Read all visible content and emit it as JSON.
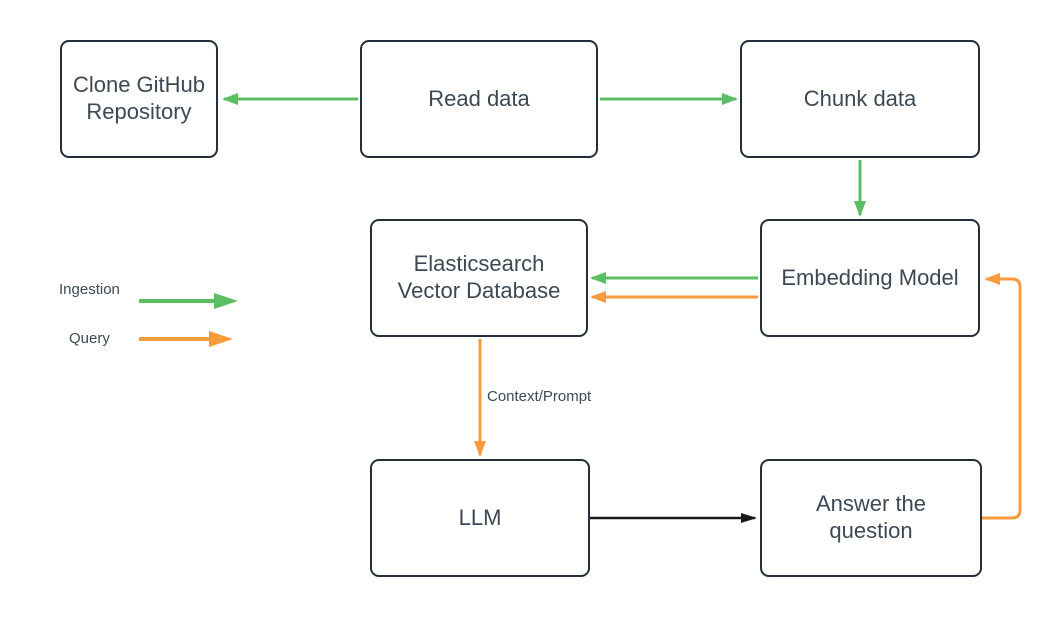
{
  "diagram": {
    "nodes": {
      "clone": {
        "label": "Clone GitHub\nRepository"
      },
      "read": {
        "label": "Read data"
      },
      "chunk": {
        "label": "Chunk data"
      },
      "elastic": {
        "label": "Elasticsearch\nVector Database"
      },
      "embed": {
        "label": "Embedding Model"
      },
      "llm": {
        "label": "LLM"
      },
      "answer": {
        "label": "Answer the\nquestion"
      }
    },
    "edges": {
      "read_to_clone": {
        "from": "Read data",
        "to": "Clone GitHub Repository",
        "type": "ingestion"
      },
      "read_to_chunk": {
        "from": "Read data",
        "to": "Chunk data",
        "type": "ingestion"
      },
      "chunk_to_embed": {
        "from": "Chunk data",
        "to": "Embedding Model",
        "type": "ingestion"
      },
      "embed_to_elastic_ingest": {
        "from": "Embedding Model",
        "to": "Elasticsearch Vector Database",
        "type": "ingestion"
      },
      "embed_to_elastic_query": {
        "from": "Embedding Model",
        "to": "Elasticsearch Vector Database",
        "type": "query"
      },
      "elastic_to_llm": {
        "from": "Elasticsearch Vector Database",
        "to": "LLM",
        "type": "query",
        "label": "Context/Prompt"
      },
      "llm_to_answer": {
        "from": "LLM",
        "to": "Answer the question",
        "type": "plain"
      },
      "answer_to_embed": {
        "from": "Answer the question",
        "to": "Embedding Model",
        "type": "query"
      }
    },
    "legend": {
      "items": [
        {
          "label": "Ingestion",
          "type": "ingestion"
        },
        {
          "label": "Query",
          "type": "query"
        }
      ]
    }
  },
  "colors": {
    "ingestion": "#5abe62",
    "query": "#f89b3d",
    "plain": "#1a1a1a",
    "border": "#232f3a",
    "text": "#3c4954",
    "background": "#ffffff"
  }
}
